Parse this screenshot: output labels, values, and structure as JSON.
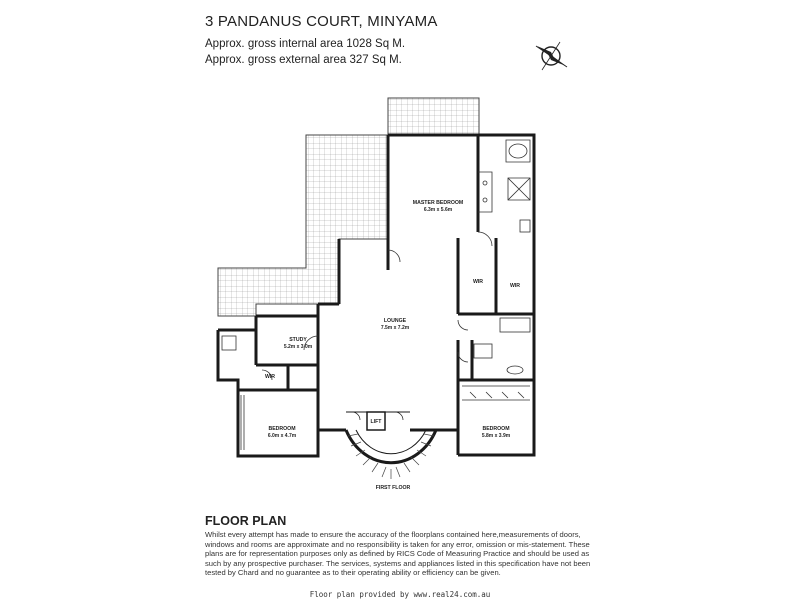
{
  "header": {
    "title": "3 PANDANUS COURT, MINYAMA",
    "internal_area": "Approx. gross internal area 1028 Sq M.",
    "external_area": "Approx. gross external area 327 Sq M."
  },
  "rooms": {
    "master_bedroom": {
      "name": "MASTER BEDROOM",
      "size": "6.3m x 5.6m"
    },
    "lounge": {
      "name": "LOUNGE",
      "size": "7.5m x 7.2m"
    },
    "study": {
      "name": "STUDY",
      "size": "5.2m x 3.0m"
    },
    "bedroom_left": {
      "name": "BEDROOM",
      "size": "6.0m x 4.7m"
    },
    "bedroom_right": {
      "name": "BEDROOM",
      "size": "5.8m x 3.9m"
    },
    "wir": "WIR",
    "lift": "LIFT"
  },
  "floor_label": "FIRST FLOOR",
  "footer": {
    "heading": "FLOOR PLAN",
    "disclaimer": "Whilst every attempt has made to ensure the accuracy of the floorplans contained here,measurements of doors, windows and rooms are approximate and no responsibility is taken for any error, omission or mis-statement. These plans are for representation purposes only as defined by RICS Code of Measuring Practice and should be used as such by any prospective purchaser. The services, systems and appliances listed in this specification have not been tested by Chard and no guarantee as to their operating ability or efficiency can be given.",
    "credit": "Floor plan provided by www.real24.com.au"
  },
  "compass_icon": "north-arrow-icon"
}
